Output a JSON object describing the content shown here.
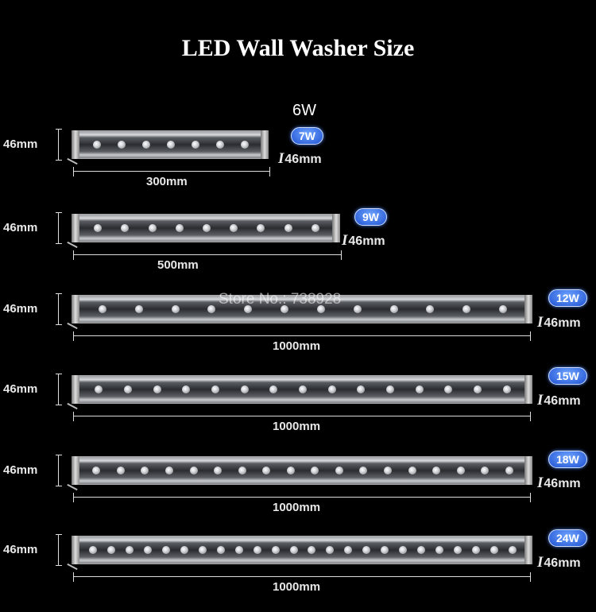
{
  "title": "LED Wall Washer Size",
  "extra_label": "6W",
  "watermark": "Store No.: 738928",
  "rows": [
    {
      "height": "46mm",
      "length": "300mm",
      "wattage": "7W",
      "thickness": "46mm"
    },
    {
      "height": "46mm",
      "length": "500mm",
      "wattage": "9W",
      "thickness": "46mm"
    },
    {
      "height": "46mm",
      "length": "1000mm",
      "wattage": "12W",
      "thickness": "46mm"
    },
    {
      "height": "46mm",
      "length": "1000mm",
      "wattage": "15W",
      "thickness": "46mm"
    },
    {
      "height": "46mm",
      "length": "1000mm",
      "wattage": "18W",
      "thickness": "46mm"
    },
    {
      "height": "46mm",
      "length": "1000mm",
      "wattage": "24W",
      "thickness": "46mm"
    }
  ],
  "led_counts": [
    7,
    9,
    12,
    15,
    18,
    24
  ]
}
